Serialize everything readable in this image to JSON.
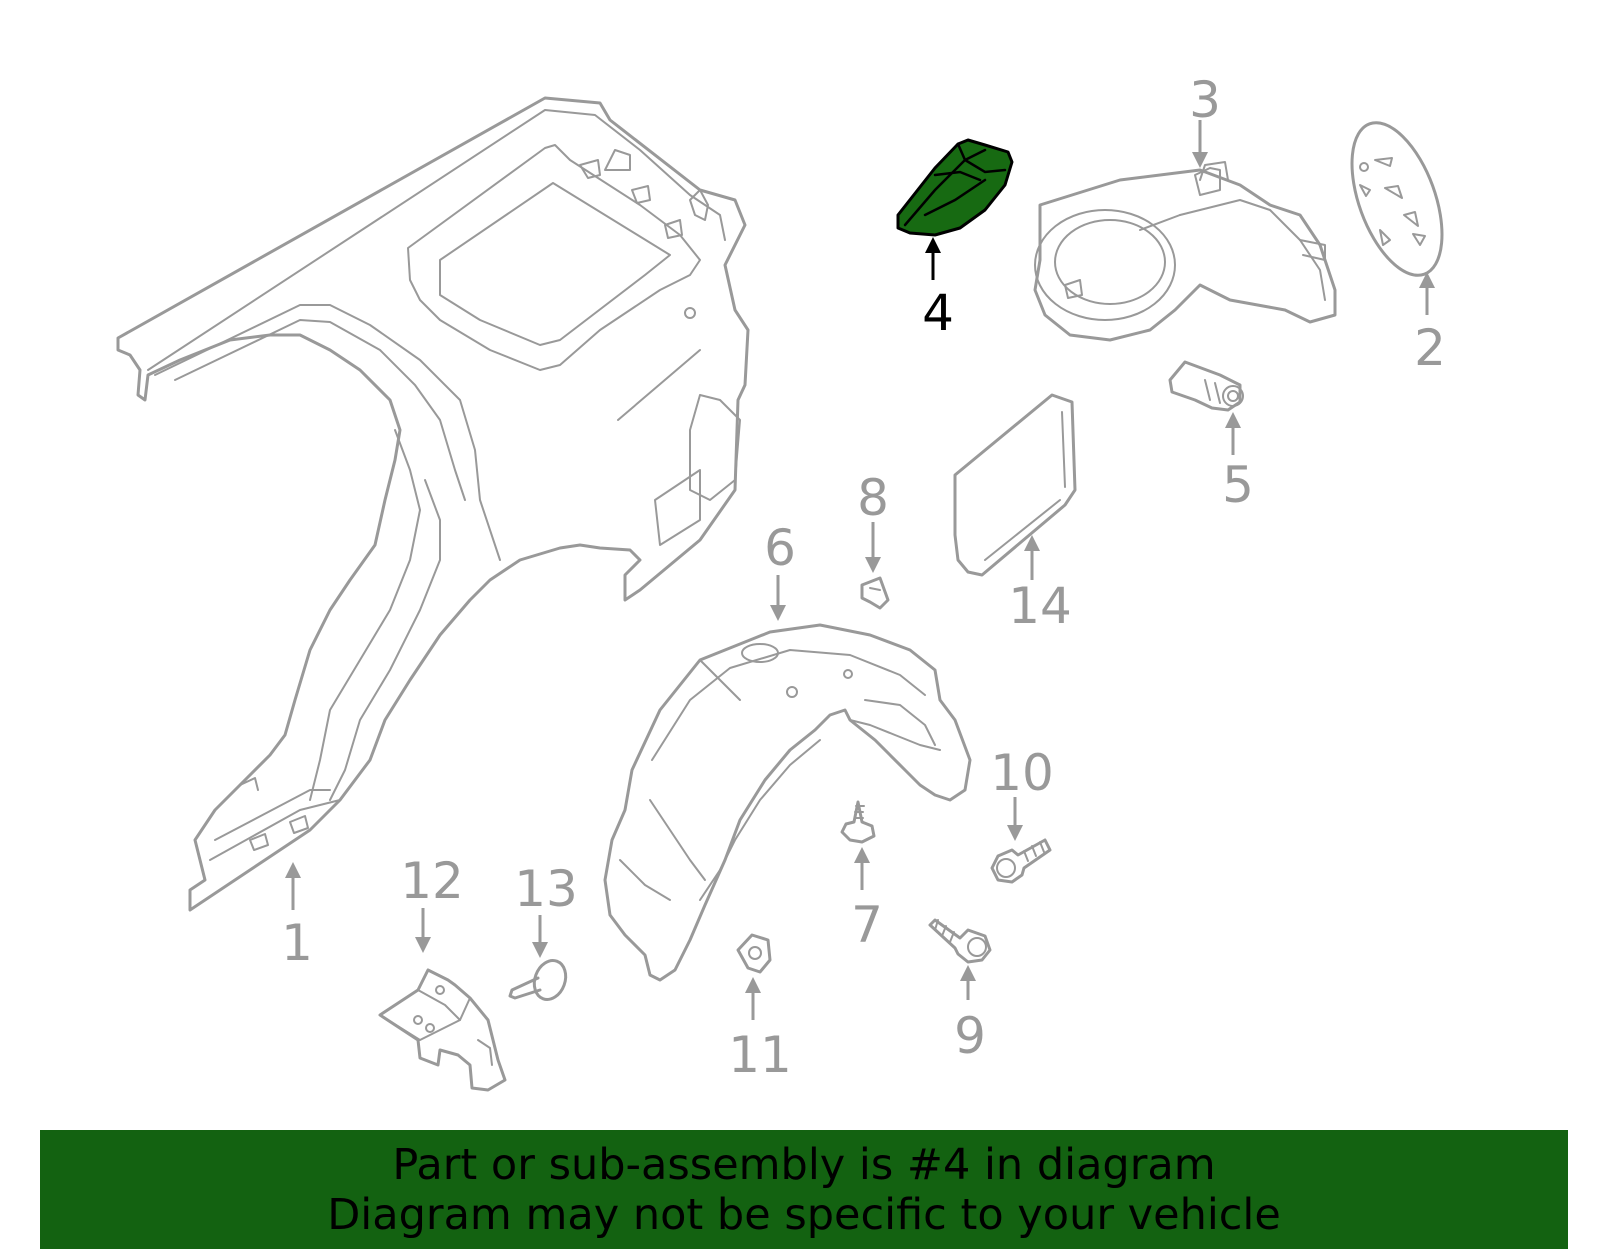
{
  "diagram": {
    "highlight_color": "#176a12",
    "part_line_color": "#999999",
    "highlighted_part": "4",
    "callouts": [
      {
        "label": "1",
        "part": "quarter-panel"
      },
      {
        "label": "2",
        "part": "fuel-door"
      },
      {
        "label": "3",
        "part": "fuel-filler-housing"
      },
      {
        "label": "4",
        "part": "highlighted-part"
      },
      {
        "label": "5",
        "part": "actuator"
      },
      {
        "label": "6",
        "part": "wheel-liner"
      },
      {
        "label": "7",
        "part": "bolt"
      },
      {
        "label": "8",
        "part": "clip"
      },
      {
        "label": "9",
        "part": "screw"
      },
      {
        "label": "10",
        "part": "screw"
      },
      {
        "label": "11",
        "part": "clip"
      },
      {
        "label": "12",
        "part": "bracket"
      },
      {
        "label": "13",
        "part": "push-pin"
      },
      {
        "label": "14",
        "part": "panel"
      }
    ]
  },
  "banner": {
    "background": "#136211",
    "line1": "Part or sub-assembly is #4 in diagram",
    "line2": "Diagram may not be specific to your vehicle"
  }
}
